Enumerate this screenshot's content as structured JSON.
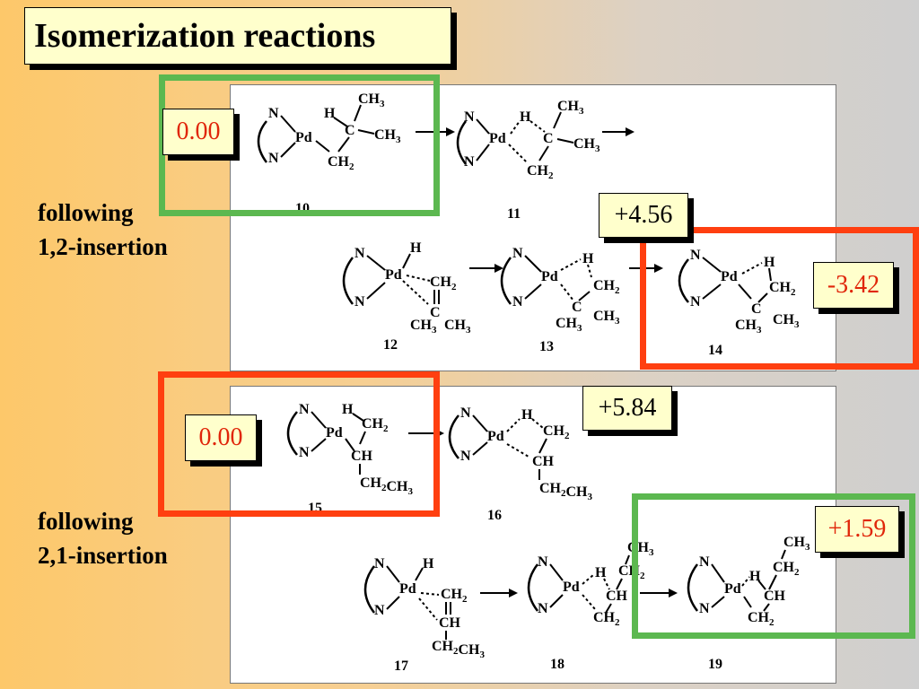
{
  "title": "Isomerization reactions",
  "labels": {
    "one_two": [
      "following",
      "1,2-insertion"
    ],
    "two_one": [
      "following",
      "2,1-insertion"
    ]
  },
  "energies": {
    "e1": "0.00",
    "e2": "+4.56",
    "e3": "-3.42",
    "e4": "+5.84",
    "e5": "0.00",
    "e6": "+1.59"
  },
  "compounds": [
    "10",
    "11",
    "12",
    "13",
    "14",
    "15",
    "16",
    "17",
    "18",
    "19"
  ],
  "atoms": {
    "N": "N",
    "Pd": "Pd",
    "H": "H",
    "C": "C",
    "CH3": "CH3",
    "CH2": "CH2",
    "CH": "CH",
    "CH2CH3": "CH2CH3"
  },
  "colors": {
    "green": "#5cb850",
    "red": "#ff3f10",
    "energy_red": "#e0260a",
    "energy_black": "#000000",
    "box_fill": "#ffffcc"
  }
}
